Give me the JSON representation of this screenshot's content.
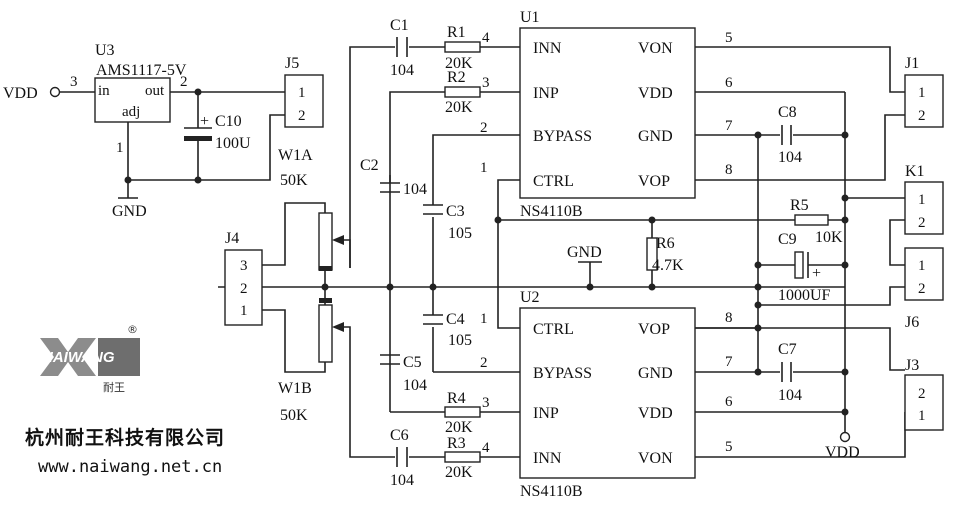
{
  "labels": {
    "vdd_in": "VDD",
    "vdd_out": "VDD",
    "gnd_u3": "GND",
    "gnd_mid": "GND",
    "u3": {
      "ref": "U3",
      "part": "AMS1117-5V",
      "in": "in",
      "out": "out",
      "adj": "adj",
      "pin3": "3",
      "pin2": "2",
      "pin1": "1"
    },
    "c10": {
      "ref": "C10",
      "value": "100U"
    },
    "j5": {
      "ref": "J5",
      "p1": "1",
      "p2": "2"
    },
    "w1a": {
      "ref": "W1A",
      "value": "50K"
    },
    "w1b": {
      "ref": "W1B",
      "value": "50K"
    },
    "j4": {
      "ref": "J4",
      "p3": "3",
      "p2": "2",
      "p1": "1"
    },
    "c1": {
      "ref": "C1",
      "value": "104"
    },
    "c2": {
      "ref": "C2",
      "value": "104"
    },
    "c3": {
      "ref": "C3",
      "value": "105"
    },
    "c4": {
      "ref": "C4",
      "value": "105"
    },
    "c5": {
      "ref": "C5",
      "value": "104"
    },
    "c6": {
      "ref": "C6",
      "value": "104"
    },
    "c7": {
      "ref": "C7",
      "value": "104"
    },
    "c8": {
      "ref": "C8",
      "value": "104"
    },
    "c9": {
      "ref": "C9",
      "value": "1000UF"
    },
    "r1": {
      "ref": "R1",
      "value": "20K",
      "pin": "4"
    },
    "r2": {
      "ref": "R2",
      "value": "20K",
      "pin": "3"
    },
    "r3": {
      "ref": "R3",
      "value": "20K",
      "pin": "4"
    },
    "r4": {
      "ref": "R4",
      "value": "20K",
      "pin": "3"
    },
    "r5": {
      "ref": "R5",
      "value": "10K"
    },
    "r6": {
      "ref": "R6",
      "value": "4.7K"
    },
    "u1": {
      "ref": "U1",
      "part": "NS4110B",
      "left": [
        "INN",
        "INP",
        "BYPASS",
        "CTRL"
      ],
      "right": [
        "VON",
        "VDD",
        "GND",
        "VOP"
      ],
      "lpins": [
        "4",
        "3",
        "2",
        "1"
      ],
      "rpins": [
        "5",
        "6",
        "7",
        "8"
      ]
    },
    "u2": {
      "ref": "U2",
      "part": "NS4110B",
      "left": [
        "CTRL",
        "BYPASS",
        "INP",
        "INN"
      ],
      "right": [
        "VOP",
        "GND",
        "VDD",
        "VON"
      ],
      "lpins": [
        "1",
        "2",
        "3",
        "4"
      ],
      "rpins": [
        "8",
        "7",
        "6",
        "5"
      ]
    },
    "j1": {
      "ref": "J1",
      "p1": "1",
      "p2": "2"
    },
    "k1": {
      "ref": "K1",
      "p1": "1",
      "p2": "2"
    },
    "j6": {
      "ref": "J6",
      "p1": "1",
      "p2": "2"
    },
    "j3": {
      "ref": "J3",
      "p2": "2",
      "p1": "1"
    }
  },
  "logo": {
    "brand": "NAIWANG",
    "sub": "耐王",
    "mark": "®"
  },
  "company": "杭州耐王科技有限公司",
  "website": "www.naiwang.net.cn"
}
